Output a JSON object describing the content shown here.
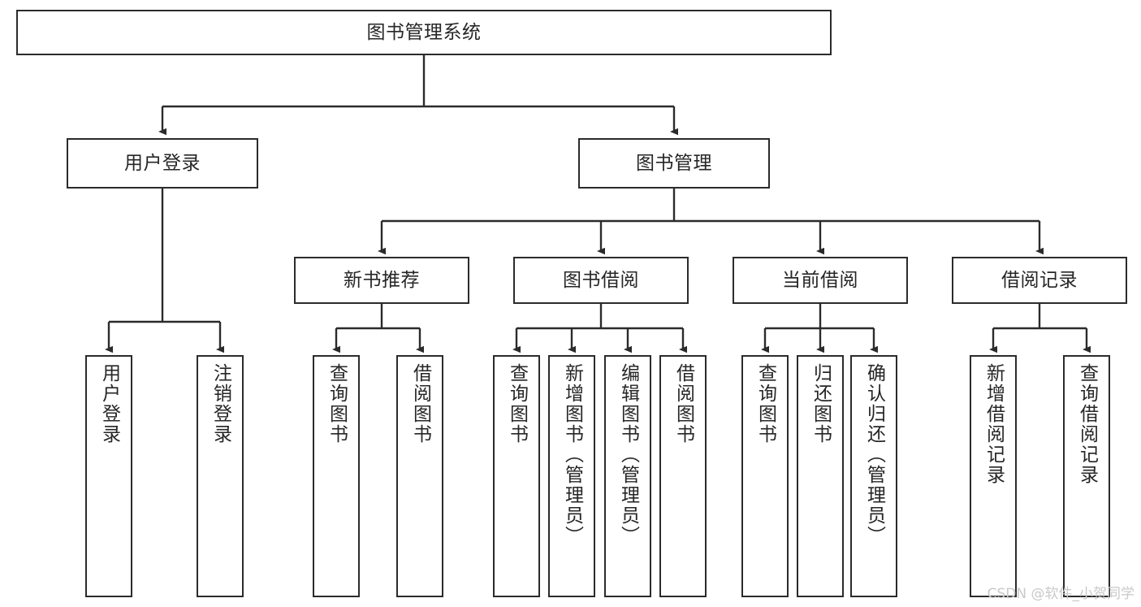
{
  "diagram": {
    "type": "tree-hierarchy",
    "title": "图书管理系统",
    "orientation": "top-down",
    "root": {
      "id": "root",
      "label": "图书管理系统",
      "text_orientation": "horizontal"
    },
    "level1": [
      {
        "id": "user-login",
        "label": "用户登录",
        "text_orientation": "horizontal"
      },
      {
        "id": "book-manage",
        "label": "图书管理",
        "text_orientation": "horizontal"
      }
    ],
    "level2": [
      {
        "id": "new-book-recommend",
        "label": "新书推荐",
        "parent": "book-manage",
        "text_orientation": "horizontal"
      },
      {
        "id": "book-borrow",
        "label": "图书借阅",
        "parent": "book-manage",
        "text_orientation": "horizontal"
      },
      {
        "id": "current-borrow",
        "label": "当前借阅",
        "parent": "book-manage",
        "text_orientation": "horizontal"
      },
      {
        "id": "borrow-record",
        "label": "借阅记录",
        "parent": "book-manage",
        "text_orientation": "horizontal"
      }
    ],
    "leaves": [
      {
        "id": "leaf-user-login",
        "label": "用户登录",
        "parent": "user-login",
        "text_orientation": "vertical"
      },
      {
        "id": "leaf-user-logout",
        "label": "注销登录",
        "parent": "user-login",
        "text_orientation": "vertical"
      },
      {
        "id": "leaf-query-book-1",
        "label": "查询图书",
        "parent": "new-book-recommend",
        "text_orientation": "vertical"
      },
      {
        "id": "leaf-borrow-book-1",
        "label": "借阅图书",
        "parent": "new-book-recommend",
        "text_orientation": "vertical"
      },
      {
        "id": "leaf-query-book-2",
        "label": "查询图书",
        "parent": "book-borrow",
        "text_orientation": "vertical"
      },
      {
        "id": "leaf-add-book",
        "label": "新增图书（管理员）",
        "parent": "book-borrow",
        "text_orientation": "vertical"
      },
      {
        "id": "leaf-edit-book",
        "label": "编辑图书（管理员）",
        "parent": "book-borrow",
        "text_orientation": "vertical"
      },
      {
        "id": "leaf-borrow-book-2",
        "label": "借阅图书",
        "parent": "book-borrow",
        "text_orientation": "vertical"
      },
      {
        "id": "leaf-query-book-3",
        "label": "查询图书",
        "parent": "current-borrow",
        "text_orientation": "vertical"
      },
      {
        "id": "leaf-return-book",
        "label": "归还图书",
        "parent": "current-borrow",
        "text_orientation": "vertical"
      },
      {
        "id": "leaf-confirm-return",
        "label": "确认归还（管理员）",
        "parent": "current-borrow",
        "text_orientation": "vertical"
      },
      {
        "id": "leaf-add-record",
        "label": "新增借阅记录",
        "parent": "borrow-record",
        "text_orientation": "vertical"
      },
      {
        "id": "leaf-query-record",
        "label": "查询借阅记录",
        "parent": "borrow-record",
        "text_orientation": "vertical"
      }
    ],
    "colors": {
      "node_border": "#2b2b2b",
      "node_fill": "#ffffff",
      "edge": "#2b2b2b",
      "text": "#262626",
      "watermark": "#c9c9c9",
      "background": "#ffffff"
    }
  },
  "watermark": {
    "text": "CSDN @软件_小贺同学"
  }
}
